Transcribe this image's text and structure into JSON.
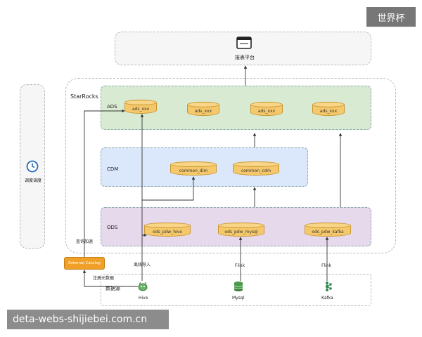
{
  "badge_text": "世界杯",
  "watermark_text": "deta-webs-shijiebei.com.cn",
  "report_platform": {
    "label": "报表平台",
    "icon": "monitor-icon"
  },
  "side_panel": {
    "label": "调度调度",
    "icon": "clock-icon"
  },
  "starrocks_label": "StarRocks",
  "layers": {
    "ads": {
      "label": "ADS",
      "color": "#d9ead3",
      "tables": [
        "ads_xxx",
        "ads_xxx",
        "ads_xxx",
        "ads_xxx"
      ]
    },
    "cdm": {
      "label": "CDM",
      "color": "#dbe8fb",
      "tables": [
        "common_dim",
        "common_cdm"
      ]
    },
    "ods": {
      "label": "ODS",
      "color": "#e6d9ec",
      "tables": [
        "ods_pdw_hive",
        "ods_pdw_mysql",
        "ods_pdw_kafka"
      ]
    }
  },
  "external_catalog": {
    "label": "External Catalog",
    "color": "#f0a028"
  },
  "edge_labels": {
    "query_accel": "查询加速",
    "offline_import": "离线导入",
    "register_meta": "注册元数据",
    "flink_1": "Flink",
    "flink_2": "Flink"
  },
  "datasource": {
    "label": "数据源",
    "sources": [
      {
        "name": "Hive",
        "icon": "hive-icon"
      },
      {
        "name": "Mysql",
        "icon": "database-icon"
      },
      {
        "name": "Kafka",
        "icon": "kafka-icon"
      }
    ]
  }
}
